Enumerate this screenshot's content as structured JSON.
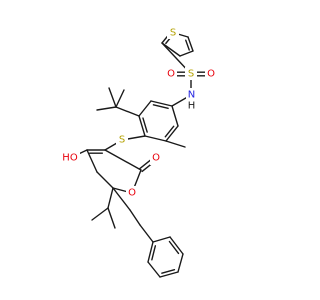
{
  "colors": {
    "bond": "#1a1a1a",
    "carbon": "#1a1a1a",
    "S": "#b3a100",
    "O": "#e8000b",
    "N": "#2020e0",
    "H": "#1a1a1a"
  },
  "atoms": {
    "S_thio": "S",
    "S_sulf": "S",
    "O_sulf1": "O",
    "O_sulf2": "O",
    "N_H": "N",
    "H_N": "H",
    "S_link": "S",
    "HO_label": "HO",
    "O_carb": "O",
    "O_ring": "O"
  }
}
